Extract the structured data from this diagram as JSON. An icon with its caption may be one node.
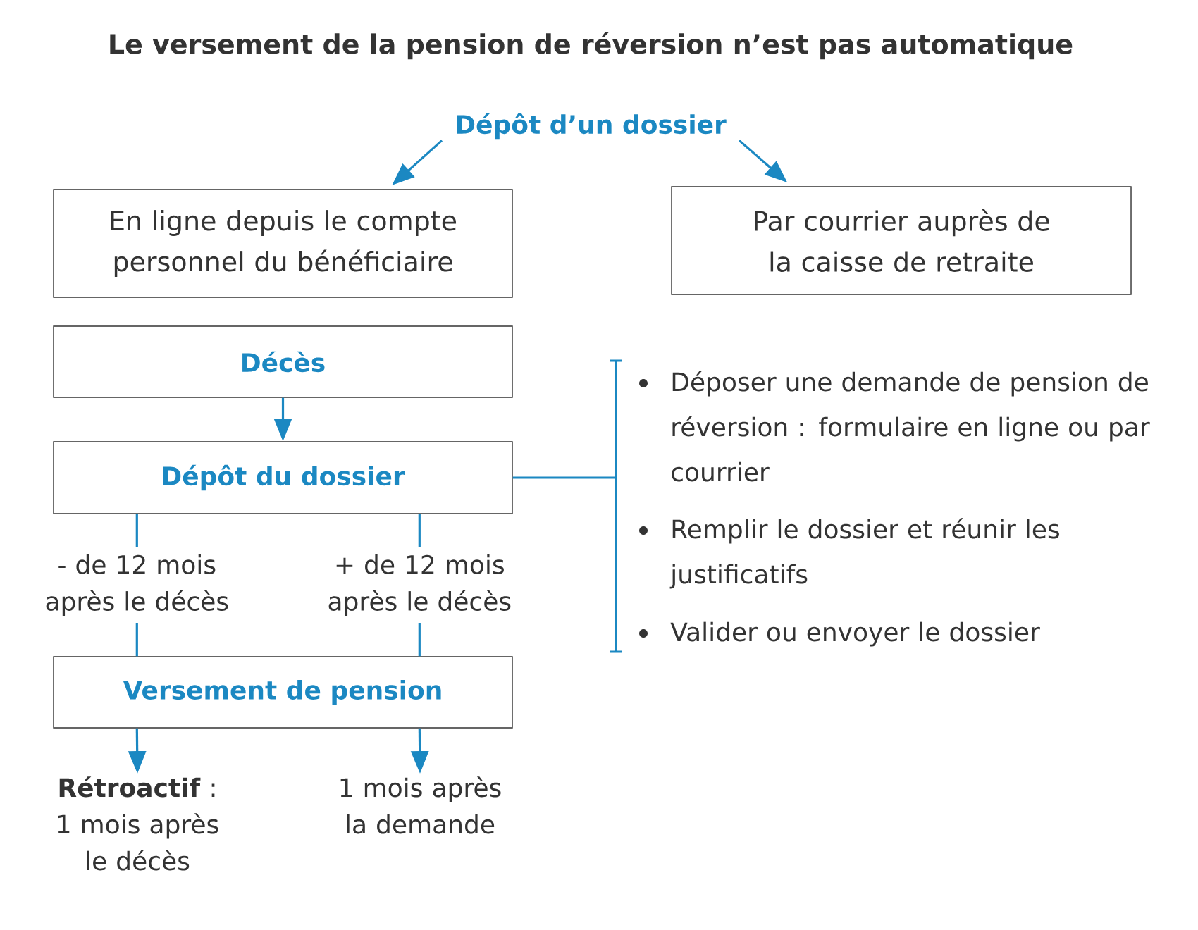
{
  "diagram": {
    "title": "Le versement de la pension de réversion n’est pas automatique",
    "nodes": [
      {
        "text": [
          "Dépôt d’un dossier"
        ]
      },
      {
        "text": [
          "En ligne depuis le compte personnel du bénéficiaire"
        ]
      },
      {
        "text": [
          "Par courrier auprès de la caisse de retraite"
        ]
      },
      {
        "text": [
          "Décès"
        ]
      },
      {
        "text": [
          "Dépôt du dossier"
        ]
      },
      {
        "text": [
          "Versement de pension"
        ]
      },
      {
        "text": [
          "**Rétroactif** : 1 mois après le décès"
        ]
      },
      {
        "text": [
          "1 mois après la demande"
        ]
      },
      {
        "text": [
          "Déposer une demande de pension de réversion : formulaire en ligne ou par courrier",
          "Remplir le dossier et réunir les justificatifs",
          "Valider ou envoyer le dossier"
        ]
      }
    ],
    "edges": [
      {
        "from": 0,
        "to": 1,
        "arrow": "to"
      },
      {
        "from": 0,
        "to": 2,
        "arrow": "to"
      },
      {
        "from": 3,
        "to": 4,
        "arrow": "to"
      },
      {
        "from": 4,
        "to": 5,
        "arrow": "none",
        "label": "- de 12 mois après le décès"
      },
      {
        "from": 4,
        "to": 5,
        "arrow": "none",
        "label": "+ de 12 mois après le décès"
      },
      {
        "from": 5,
        "to": 6,
        "arrow": "to"
      },
      {
        "from": 5,
        "to": 7,
        "arrow": "to"
      },
      {
        "from": 4,
        "to": 8,
        "arrow": "none"
      }
    ]
  }
}
